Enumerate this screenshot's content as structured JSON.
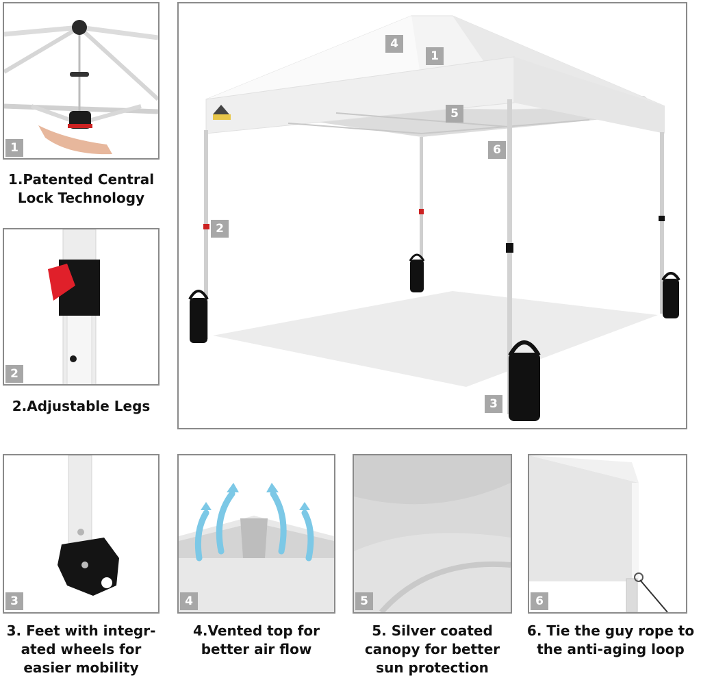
{
  "features": [
    {
      "number": "1",
      "lines": [
        "1.Patented Central",
        "Lock Technology"
      ]
    },
    {
      "number": "2",
      "lines": [
        "2.Adjustable Legs"
      ]
    },
    {
      "number": "3",
      "lines": [
        "3. Feet with integr-",
        "ated wheels for",
        "easier mobility"
      ]
    },
    {
      "number": "4",
      "lines": [
        "4.Vented top for",
        "better air flow"
      ]
    },
    {
      "number": "5",
      "lines": [
        "5. Silver coated",
        "canopy for better",
        "sun protection"
      ]
    },
    {
      "number": "6",
      "lines": [
        "6. Tie the guy rope to",
        "the anti-aging loop"
      ]
    }
  ],
  "main_markers": [
    "4",
    "1",
    "5",
    "6",
    "2",
    "3"
  ],
  "colors": {
    "badge": "#a7a7a7",
    "bag": "#111111",
    "canopy": "#f4f4f4",
    "lock_red": "#e0202a"
  }
}
